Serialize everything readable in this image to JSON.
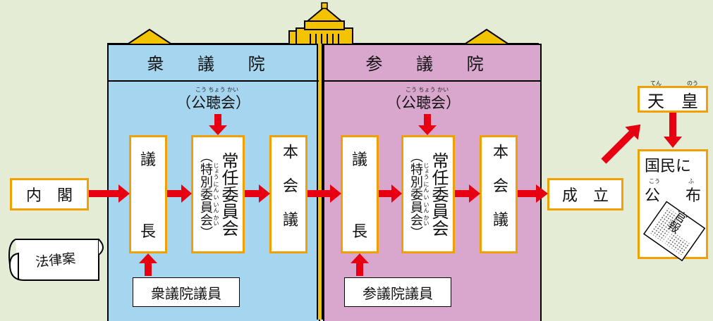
{
  "houses": {
    "shu": {
      "title": "衆 議 院",
      "koucho": "（公聴会）",
      "koucho_ruby": "こう ちょう かい",
      "gicho_top": "議",
      "gicho_bottom": "長",
      "committee_main": "常任委員会",
      "committee_paren": "（特別委員会）",
      "committee_ruby": "じょう にん  い いん かい",
      "plenary": "本会議",
      "members": "衆議院議員"
    },
    "san": {
      "title": "参 議 院",
      "koucho": "（公聴会）",
      "koucho_ruby": "こう ちょう かい",
      "gicho_top": "議",
      "gicho_bottom": "長",
      "committee_main": "常任委員会",
      "committee_paren": "（特別委員会）",
      "committee_ruby": "じょう にん  い いん かい",
      "plenary": "本会議",
      "members": "参議院議員"
    }
  },
  "cabinet": "内　閣",
  "bill": "法律案",
  "enactment": "成　立",
  "emperor": "天　皇",
  "emperor_ruby_ten": "てん",
  "emperor_ruby_nou": "のう",
  "promulgation_line1": "国民に",
  "promulgation_line2_a": "公",
  "promulgation_line2_b": "布",
  "promulgation_ruby_kou": "こう",
  "promulgation_ruby_fu": "ふ",
  "gazette": "官報",
  "colors": {
    "background": "#e4ecd6",
    "shugiin": "#a6d6ef",
    "sangiin": "#d9a7cd",
    "box_border": "#f0a000",
    "arrow": "#e60012",
    "divider": "#f3c300"
  }
}
